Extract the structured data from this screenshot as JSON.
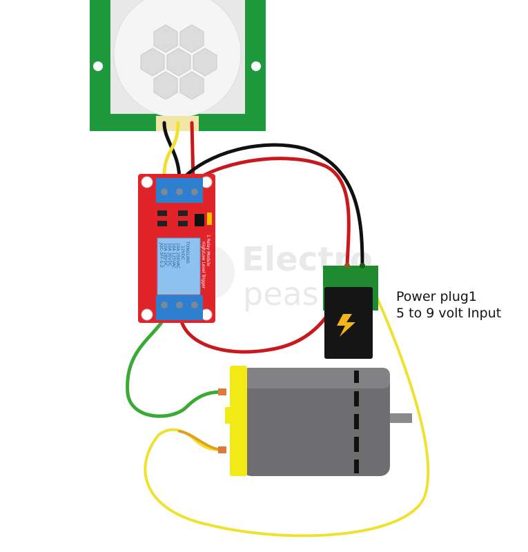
{
  "watermark": {
    "line1": "Electro",
    "line2": "peas"
  },
  "relay": {
    "title": "1 Relay Module",
    "subtitle": "High/Low Level Trigger",
    "relay_brand": "TONGLING",
    "relay_voltage": "12VDC",
    "relay_ratings": [
      "10A 250VAC",
      "10A 125VAC",
      "10A 30VDC",
      "10A 28VDC"
    ],
    "relay_model": "JQC-3FF-S-Z"
  },
  "power_label": {
    "line1": "Power plug1",
    "line2": "5 to 9 volt Input"
  },
  "colors": {
    "pcb_green": "#1e9a3c",
    "relay_red": "#e0242a",
    "wire_red": "#c8191e",
    "wire_yellow": "#f0e030",
    "wire_green": "#3aaa35",
    "motor_gray": "#6e6e70",
    "motor_cap": "#f2ea16"
  }
}
